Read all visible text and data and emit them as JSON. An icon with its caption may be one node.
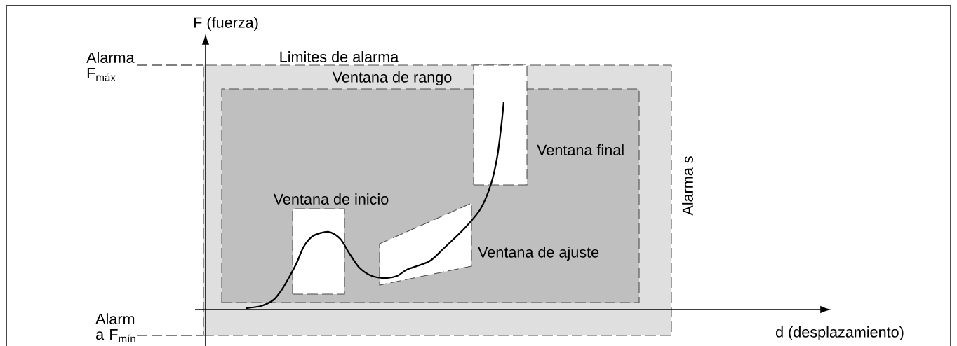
{
  "diagram": {
    "nodes": [
      {
        "text": [
          "Limites de alarma"
        ]
      },
      {
        "text": [
          "Ventana de rango"
        ],
        "in": 0
      },
      {
        "text": [
          "Ventana de inicio"
        ],
        "in": 1
      },
      {
        "text": [],
        "shape": "box",
        "beside": [
          "Ventana final"
        ],
        "in": 0
      },
      {
        "text": [
          "Ventana de ajuste"
        ],
        "in": 1
      }
    ],
    "labels": [
      "F (fuerza)",
      "Alarma F$_{máx}$",
      "Alarma s",
      "Alarm a F$_{mín}$",
      "d (desplazamiento)"
    ]
  }
}
